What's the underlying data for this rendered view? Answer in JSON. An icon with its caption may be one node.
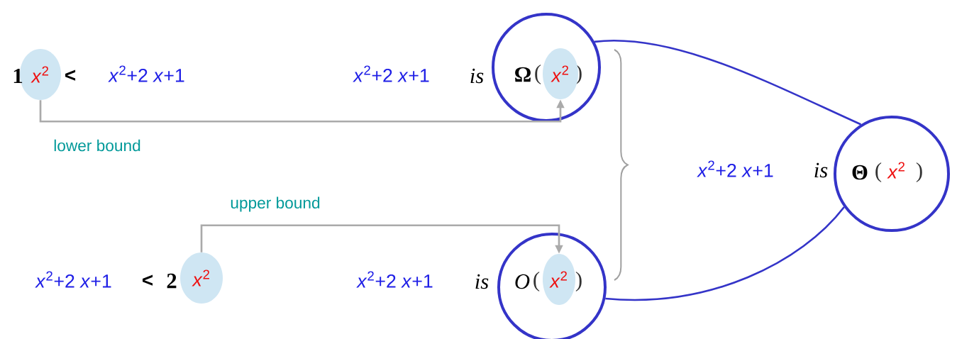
{
  "diagram": {
    "nodes": [
      {
        "text": [
          "*x*$^{2}$"
        ]
      },
      {
        "text": [
          "Ω",
          "(",
          ")"
        ]
      },
      {
        "text": [
          "*x*$^{2}$"
        ],
        "in": 1
      },
      {
        "text": [
          "Θ",
          "(",
          "*x*$^{2}$",
          ")"
        ]
      },
      {
        "text": [
          "*x*$^{2}$"
        ]
      },
      {
        "text": [
          "O",
          "(",
          ")"
        ]
      },
      {
        "text": [
          "*x*$^{2}$"
        ],
        "in": 5
      }
    ],
    "edges": [
      {
        "from": 0,
        "to": 2,
        "arrow": "to",
        "label": "lower bound",
        "color": "#aaaaaa"
      },
      {
        "from": 4,
        "to": 6,
        "arrow": "to",
        "label": "upper bound",
        "color": "#aaaaaa"
      },
      {
        "from": 1,
        "to": 3,
        "arrow": "none",
        "color": "#3434c8"
      },
      {
        "from": 5,
        "to": 3,
        "arrow": "none",
        "color": "#3434c8"
      }
    ],
    "labels": [
      "1",
      "<",
      "*x*$^{2}$+2 *x*+1",
      "*x*$^{2}$+2 *x*+1",
      "is",
      "*x*$^{2}$+2 *x*+1",
      "is",
      "*x*$^{2}$+2 *x*+1",
      "<",
      "2",
      "*x*$^{2}$+2 *x*+1",
      "is"
    ]
  }
}
